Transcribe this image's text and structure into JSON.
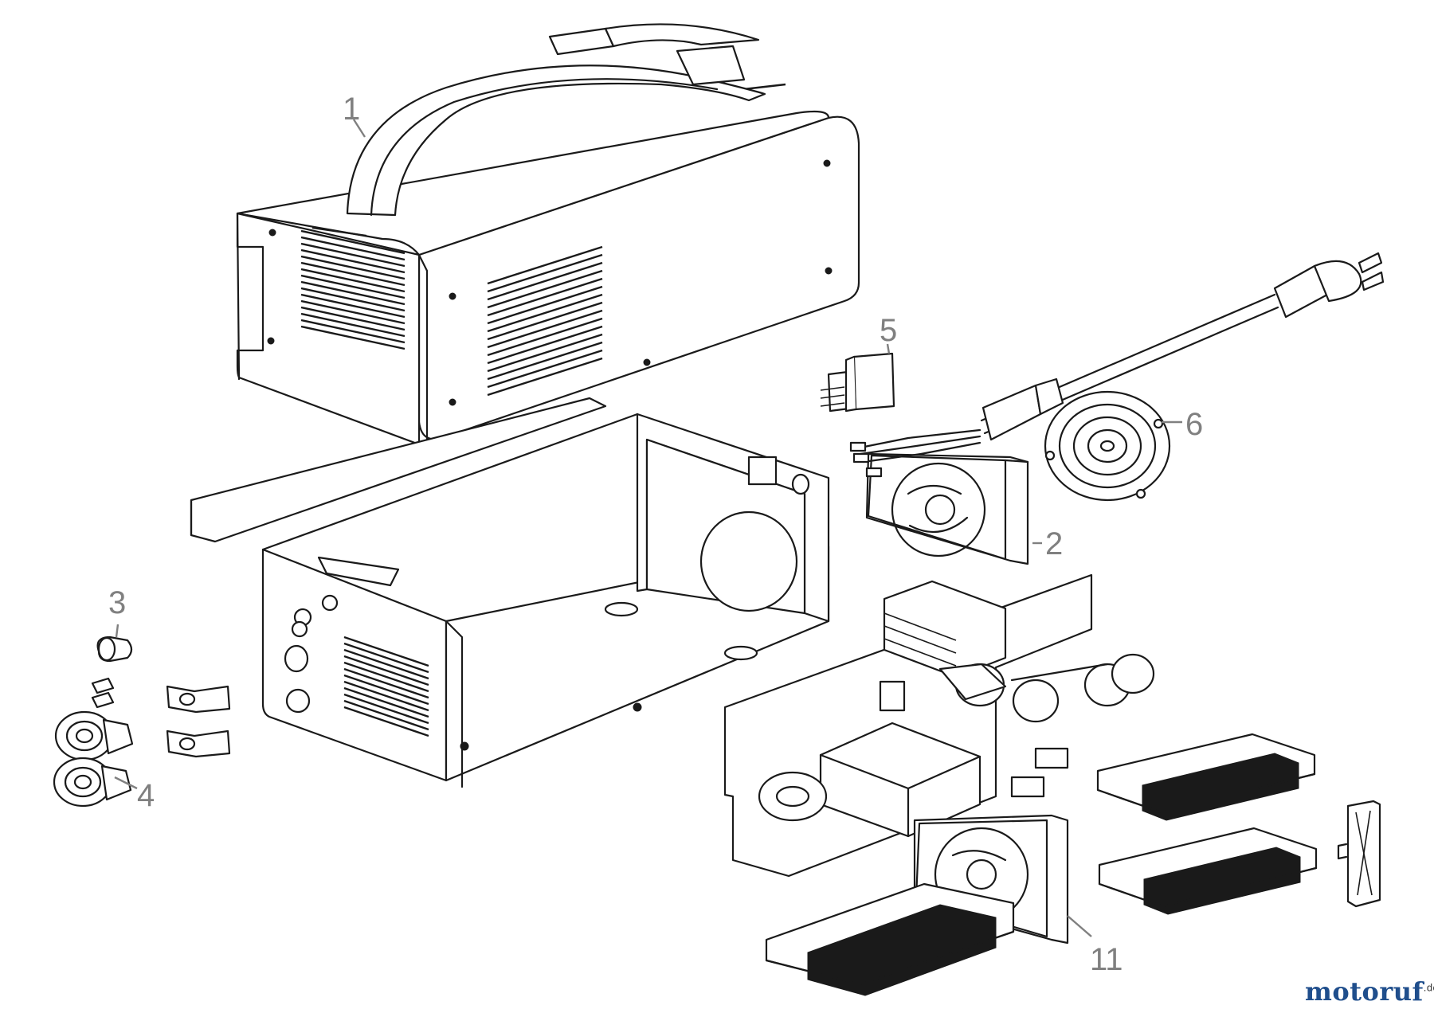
{
  "diagram": {
    "callouts": [
      {
        "id": "1",
        "label": "1"
      },
      {
        "id": "2",
        "label": "2"
      },
      {
        "id": "3",
        "label": "3"
      },
      {
        "id": "4",
        "label": "4"
      },
      {
        "id": "5",
        "label": "5"
      },
      {
        "id": "6",
        "label": "6"
      },
      {
        "id": "11",
        "label": "11"
      }
    ]
  },
  "watermark": {
    "brand_main": "motoruf",
    "brand_suffix": ".de",
    "colors": {
      "brand_blue": "#1f4e8c",
      "brand_green": "#7ab547",
      "brand_orange": "#e07b1f"
    }
  },
  "colors": {
    "line": "#1a1a1a",
    "callout": "#808080",
    "background": "#ffffff"
  }
}
